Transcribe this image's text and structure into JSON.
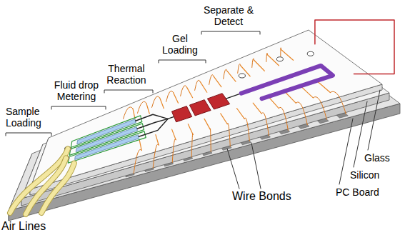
{
  "diagram": {
    "labels": [
      "Separate & Detect",
      "Gel Loading",
      "Thermal Reaction",
      "Fluid drop Metering",
      "Sample Loading",
      "Glass",
      "Silicon",
      "PC Board",
      "Wire Bonds",
      "Air Lines"
    ]
  }
}
